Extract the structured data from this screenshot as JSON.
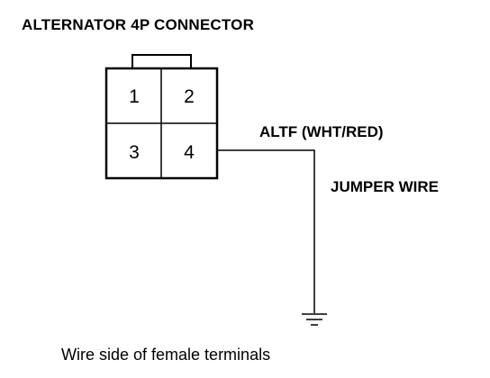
{
  "title": "ALTERNATOR 4P CONNECTOR",
  "connector": {
    "pins": [
      "1",
      "2",
      "3",
      "4"
    ]
  },
  "wire_label": "ALTF (WHT/RED)",
  "jumper_label": "JUMPER WIRE",
  "caption": "Wire side of female terminals"
}
